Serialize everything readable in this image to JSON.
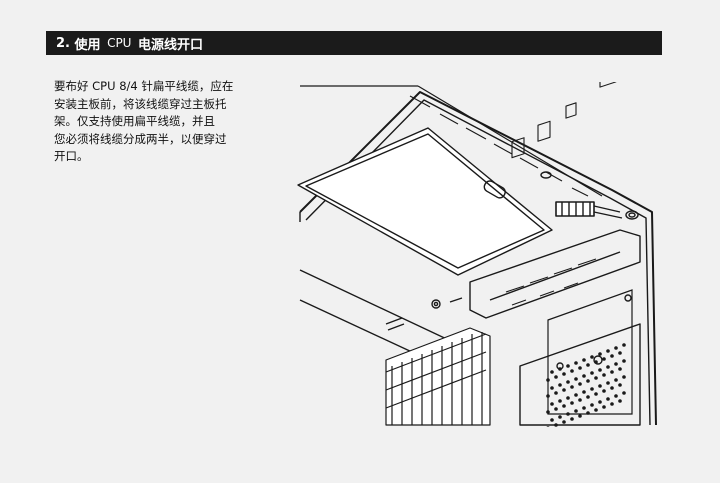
{
  "section": {
    "number": "2.",
    "title_pre": "使用",
    "title_cpu": "CPU",
    "title_post": "电源线开口"
  },
  "instructions": {
    "lines": [
      "要布好 CPU 8/4 针扁平线缆，应在",
      "安装主板前，将该线缆穿过主板托",
      "架。仅支持使用扁平线缆，并且",
      "您必须将线缆分成两半，以便穿过",
      "开口。"
    ]
  },
  "illustration": {
    "subject": "case-interior-cpu-cable-cutout",
    "stroke_color": "#1a1a1a",
    "fill_color": "#ffffff"
  }
}
